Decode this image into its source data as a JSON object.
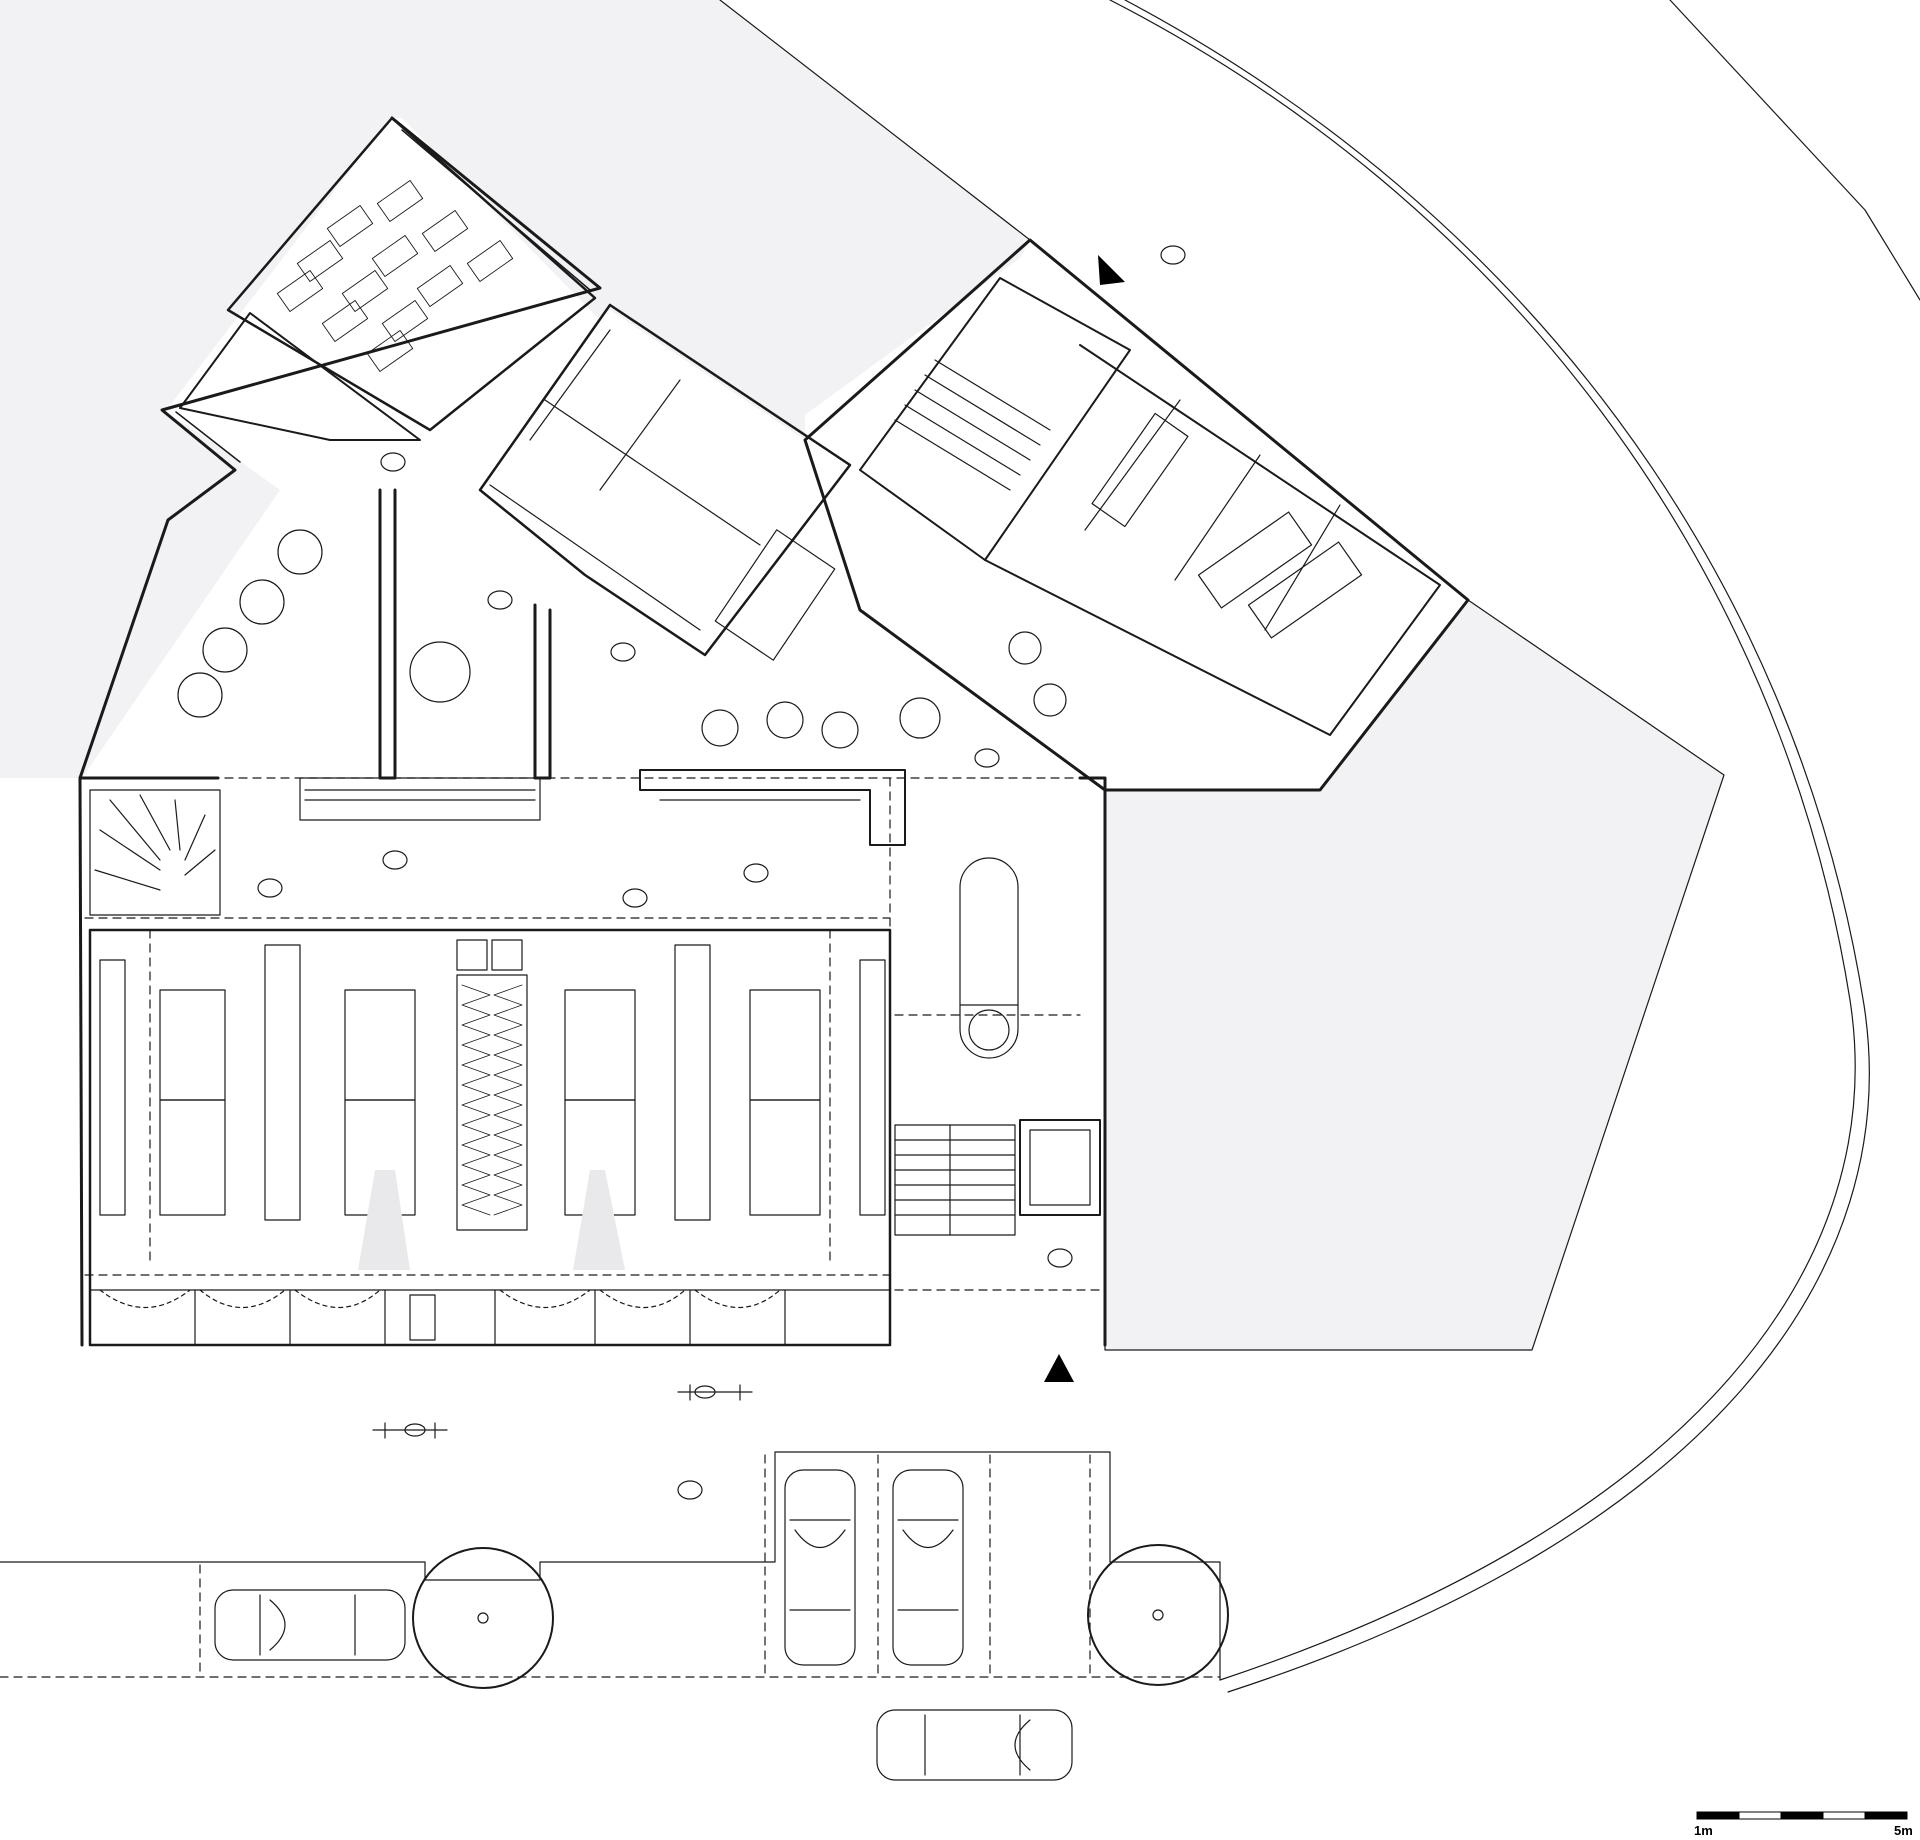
{
  "scale_bar": {
    "label_start": "1m",
    "label_end": "5m",
    "segments": 5
  },
  "entrances": 2,
  "colors": {
    "line": "#1a1a1a",
    "fill_grey": "#f2f2f4",
    "light_cone": "#e9e9ec",
    "background": "#ffffff"
  }
}
